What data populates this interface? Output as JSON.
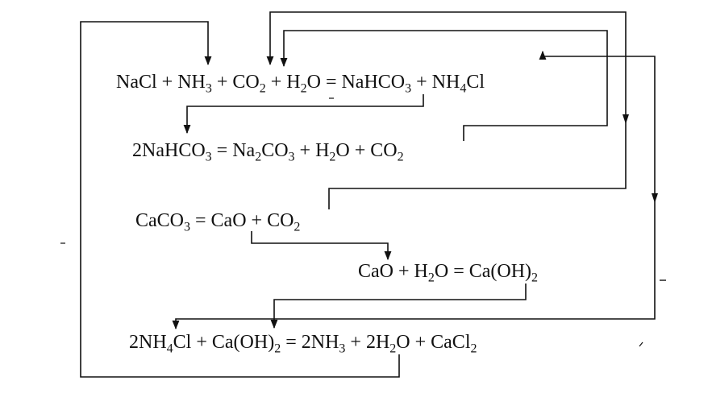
{
  "equations": [
    {
      "id": "eq1",
      "text": "NaCl + NH3 + CO2 + H2O = NaHCO3 + NH4Cl"
    },
    {
      "id": "eq2",
      "text": "2NaHCO3 = Na2CO3 + H2O + CO2"
    },
    {
      "id": "eq3",
      "text": "CaCO3 = CaO + CO2"
    },
    {
      "id": "eq4",
      "text": "CaO + H2O = Ca(OH)2"
    },
    {
      "id": "eq5",
      "text": "2NH4Cl + Ca(OH)2 = 2NH3 + 2H2O + CaCl2"
    }
  ],
  "colors": {
    "ink": "#111111",
    "background": "#ffffff"
  }
}
